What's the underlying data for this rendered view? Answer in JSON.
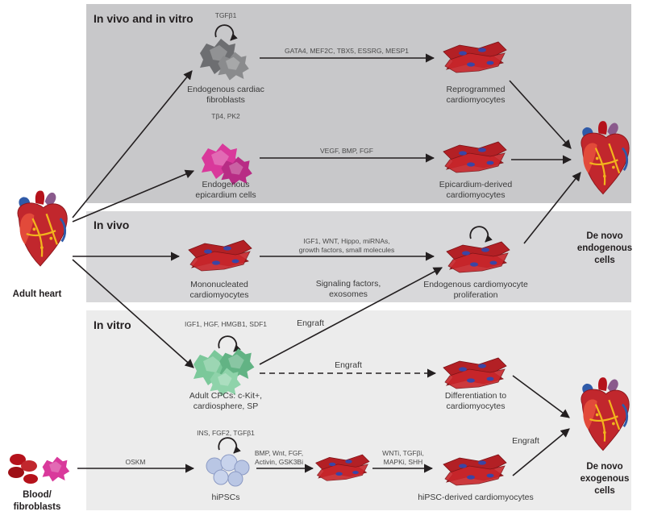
{
  "colors": {
    "panel_dark": "#c8c8ca",
    "panel_mid": "#d8d8da",
    "panel_light": "#ececec",
    "arrow": "#231f20",
    "cardiomyocyte": "#b32025",
    "nucleus": "#3a45a5",
    "fibroblast": "#6d6e71",
    "epicardium": "#d9399b",
    "cpc": "#7bc89a",
    "hipsc": "#b9c6e4",
    "blood": "#b5121b"
  },
  "panels": {
    "top_title": "In vivo and in vitro",
    "mid_title": "In vivo",
    "bottom_title": "In vitro"
  },
  "sources": {
    "adult_heart": "Adult heart",
    "blood_line1": "Blood/",
    "blood_line2": "fibroblasts"
  },
  "outcomes": {
    "endogenous_line1": "De novo",
    "endogenous_line2": "endogenous",
    "endogenous_line3": "cells",
    "exogenous_line1": "De novo",
    "exogenous_line2": "exogenous",
    "exogenous_line3": "cells"
  },
  "cells": {
    "fibroblast_line1": "Endogenous cardiac",
    "fibroblast_line2": "fibroblasts",
    "reprogrammed_line1": "Reprogrammed",
    "reprogrammed_line2": "cardiomyocytes",
    "epicardium_line1": "Endogenous",
    "epicardium_line2": "epicardium cells",
    "epi_derived_line1": "Epicardium-derived",
    "epi_derived_line2": "cardiomyocytes",
    "mono_line1": "Mononucleated",
    "mono_line2": "cardiomyocytes",
    "prolif_line1": "Endogenous cardiomyocyte",
    "prolif_line2": "proliferation",
    "cpc_line1": "Adult CPCs: c-Kit+,",
    "cpc_line2": "cardiosphere, SP",
    "diff_line1": "Differentiation to",
    "diff_line2": "cardiomyocytes",
    "hipsc": "hiPSCs",
    "hipsc_derived": "hiPSC-derived cardiomyocytes"
  },
  "factors": {
    "tgfb1": "TGFβ1",
    "reprogram": "GATA4, MEF2C, TBX5, ESSRG, MESP1",
    "tb4": "Tβ4, PK2",
    "vegf": "VEGF, BMP, FGF",
    "prolif_line1": "IGF1, WNT, Hippo, miRNAs,",
    "prolif_line2": "growth factors, small molecules",
    "signaling_line1": "Signaling factors,",
    "signaling_line2": "exosomes",
    "cpc": "IGF1, HGF, HMGB1, SDF1",
    "engraft_up": "Engraft",
    "engraft_dashed": "Engraft",
    "engraft_low": "Engraft",
    "hipsc_self": "INS, FGF2, TGFβ1",
    "oskm": "OSKM",
    "bmp_line1": "BMP, Wnt, FGF,",
    "bmp_line2": "Activin, GSK3Bi",
    "wnti_line1": "WNTi, TGFβi,",
    "wnti_line2": "MAPKi, SHH"
  }
}
